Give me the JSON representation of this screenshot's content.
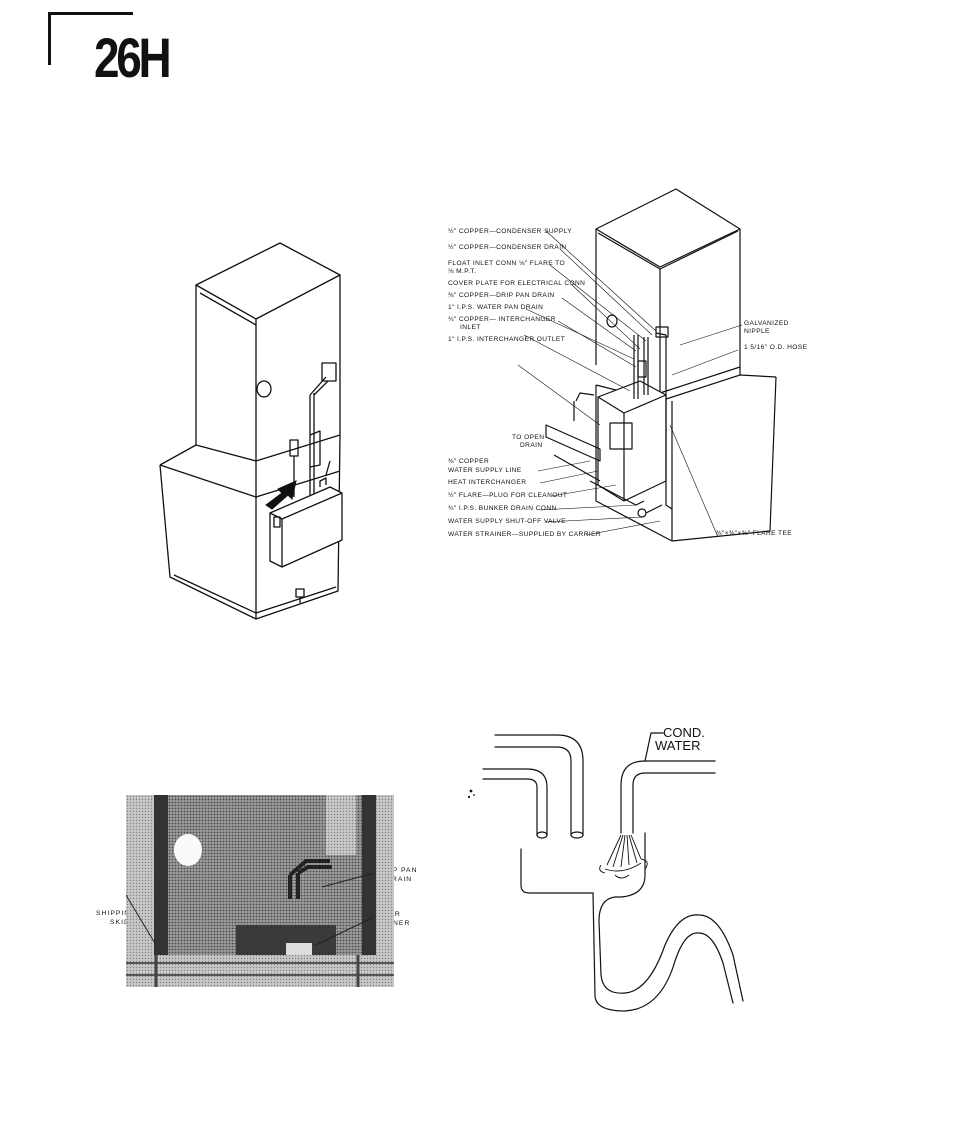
{
  "page": {
    "model_code": "26H"
  },
  "figure_top_right": {
    "labels": [
      "½\" COPPER—CONDENSER SUPPLY",
      "½\" COPPER—CONDENSER DRAIN",
      "FLOAT INLET CONN ⅛\" FLARE TO",
      "⅛ M.P.T.",
      "COVER PLATE FOR ELECTRICAL CONN",
      "⅜\" COPPER—DRIP PAN DRAIN",
      "1\" I.P.S. WATER PAN DRAIN",
      "¾\" COPPER— INTERCHANGER",
      "INLET",
      "1\" I.P.S. INTERCHANGER OUTLET",
      "GALVANIZED",
      "NIPPLE",
      "1 5/16\" O.D. HOSE",
      "TO OPEN",
      "DRAIN",
      "⅜\" COPPER",
      "WATER SUPPLY LINE",
      "HEAT INTERCHANGER",
      "½\" FLARE—PLUG FOR CLEANOUT",
      "¾\" I.P.S. BUNKER DRAIN CONN",
      "WATER SUPPLY SHUT-OFF VALVE",
      "WATER STRAINER—SUPPLIED BY CARRIER",
      "⅜\"×⅜\"×⅜\" FLARE TEE"
    ]
  },
  "figure_photo": {
    "labels": [
      "DRIP PAN",
      "DRAIN",
      "SHIPPING",
      "SKID",
      "WATER",
      "STRAINER"
    ]
  },
  "figure_drain": {
    "labels": [
      "COND.",
      "WATER"
    ]
  }
}
